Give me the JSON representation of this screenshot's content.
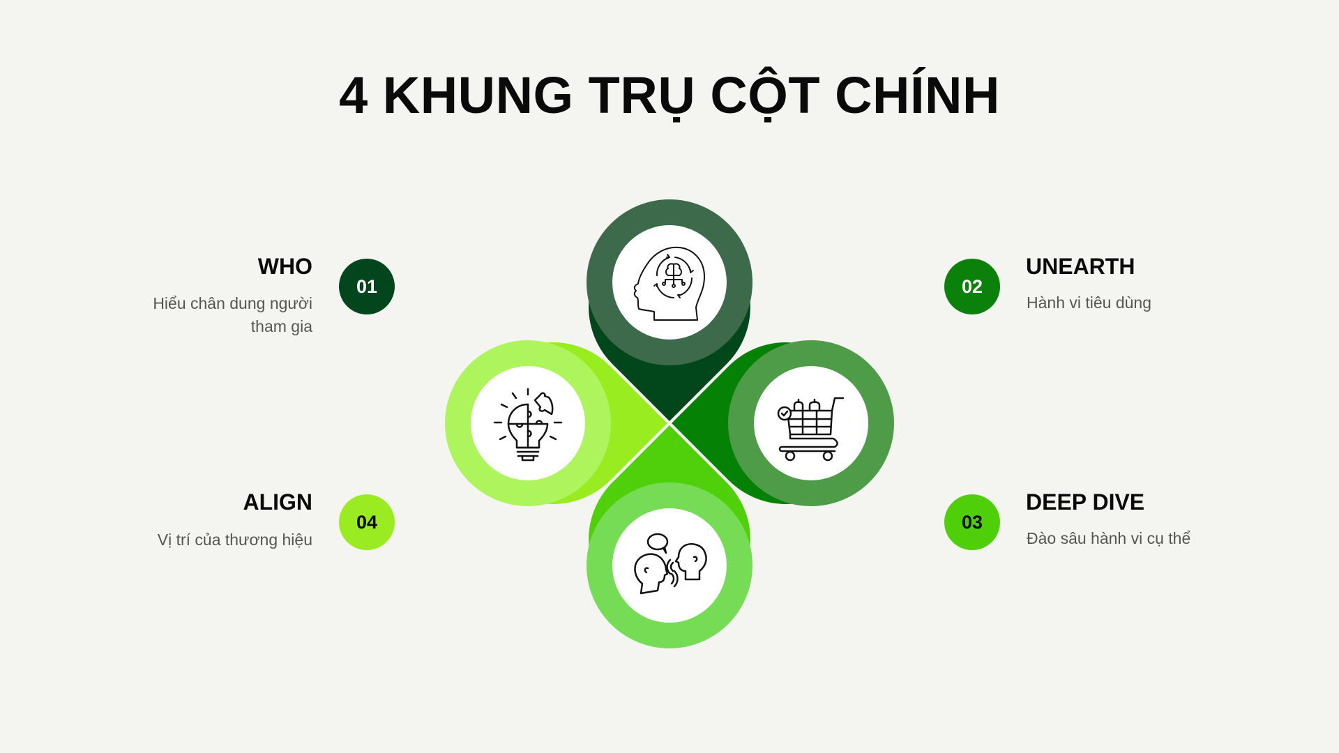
{
  "title": "4 KHUNG TRỤ CỘT CHÍNH",
  "colors": {
    "background": "#f4f4f0",
    "pillar_1": "#02461c",
    "pillar_1_ring": "#3d6a4a",
    "pillar_2": "#058105",
    "pillar_2_ring": "#4e9c48",
    "pillar_3": "#50d00a",
    "pillar_3_ring": "#77dc55",
    "pillar_4": "#98ec20",
    "pillar_4_ring": "#aef45c"
  },
  "pillars": [
    {
      "number": "01",
      "title": "WHO",
      "description": "Hiểu chân dung người tham gia",
      "icon": "head-brain-cycle-icon",
      "color": "#03451c",
      "number_color": "#ffffff"
    },
    {
      "number": "02",
      "title": "UNEARTH",
      "description": "Hành vi tiêu dùng",
      "icon": "shopping-cart-icon",
      "color": "#0b800b",
      "number_color": "#ffffff"
    },
    {
      "number": "03",
      "title": "DEEP DIVE",
      "description": "Đào sâu hành vi cụ thể",
      "icon": "conversation-heads-icon",
      "color": "#4fcf0a",
      "number_color": "#0a0a0a"
    },
    {
      "number": "04",
      "title": "ALIGN",
      "description": "Vị trí của thương hiệu",
      "icon": "lightbulb-puzzle-icon",
      "color": "#9aeb22",
      "number_color": "#0a0a0a"
    }
  ]
}
